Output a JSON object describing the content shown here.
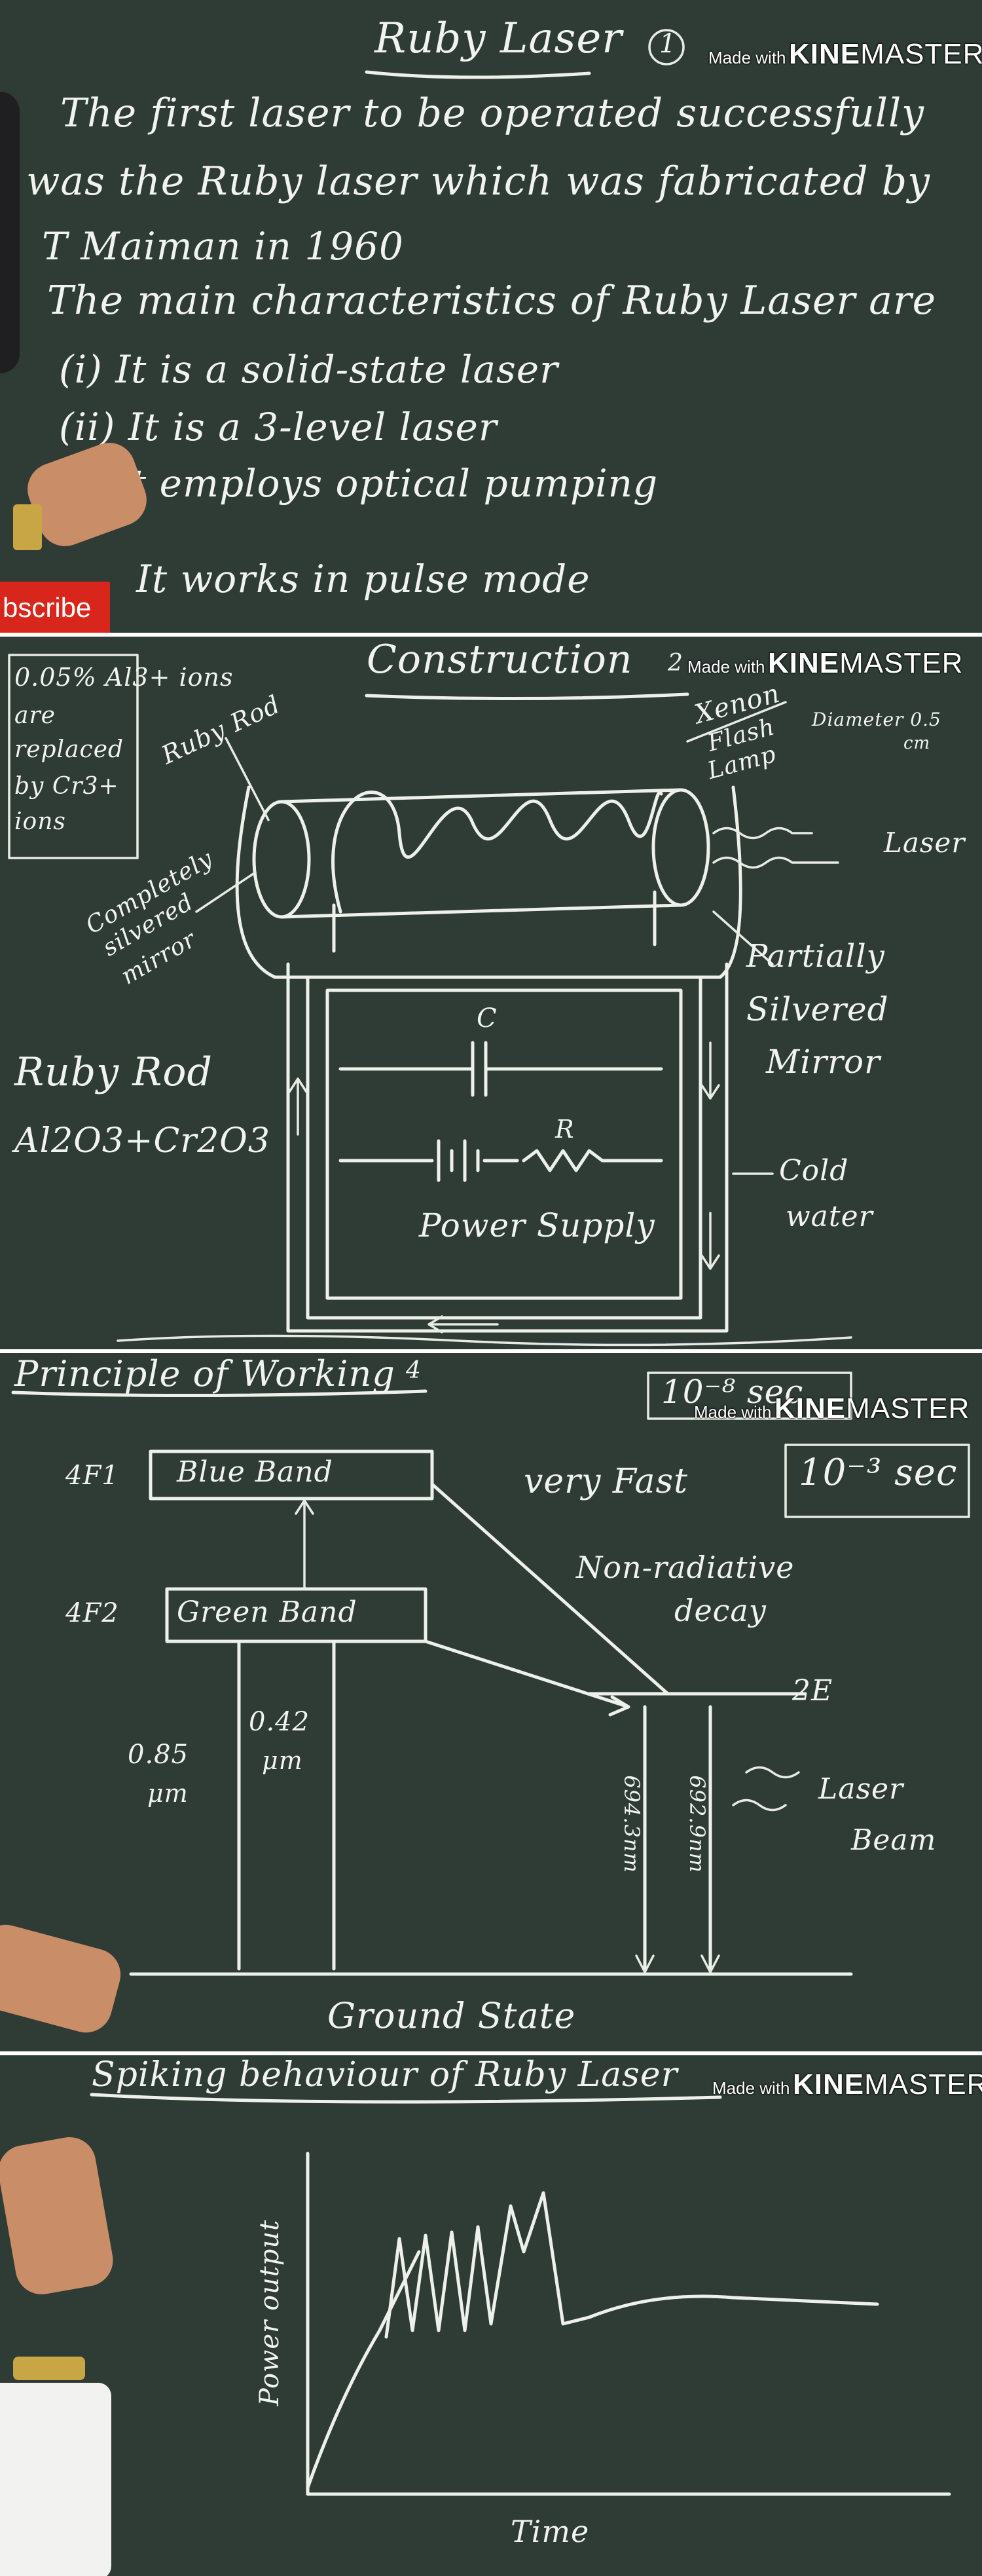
{
  "slide1": {
    "title": "Ruby Laser",
    "circle_num": "1",
    "lines": [
      "The first laser to be operated successfully",
      "was the Ruby laser which was fabricated by",
      "T Maiman in 1960",
      "The main characteristics of Ruby Laser are",
      "(i) It is a solid-state laser",
      "(ii) It is a 3-level laser",
      "It employs optical pumping",
      "It works in pulse mode"
    ],
    "subscribe_label": "bscribe"
  },
  "slide2": {
    "title": "Construction",
    "circle_num": "2",
    "box_text": [
      "0.05% Al3+ ions",
      "are",
      "replaced",
      "by Cr3+",
      "ions"
    ],
    "ruby_rod_label": "Ruby Rod",
    "completely_label": [
      "Completely",
      "silvered",
      "mirror"
    ],
    "ruby_rod_main": "Ruby Rod",
    "formula": "Al2O3+Cr2O3",
    "xenon": [
      "Xenon",
      "Flash",
      "Lamp"
    ],
    "diameter": [
      "Diameter 0.5",
      "cm"
    ],
    "laser": "Laser",
    "partially": [
      "Partially",
      "Silvered",
      "Mirror"
    ],
    "capacitor": "C",
    "resistor": "R",
    "power_supply": "Power Supply",
    "cold_water": [
      "Cold",
      "water"
    ]
  },
  "slide3": {
    "title": "Principle of Working",
    "circle_num": "4",
    "time1": "10⁻⁸ sec",
    "time2": "10⁻³ sec",
    "level1": "4F1",
    "level2": "4F2",
    "blue_band": "Blue Band",
    "green_band": "Green Band",
    "very_fast": "very Fast",
    "non_radiative": [
      "Non-radiative",
      "decay"
    ],
    "level_2e": "2E",
    "wl1": [
      "0.85",
      "μm"
    ],
    "wl2": [
      "0.42",
      "μm"
    ],
    "laser_line1": "694.3nm",
    "laser_line2": "692.9nm",
    "laser_beam": [
      "Laser",
      "Beam"
    ],
    "ground_state": "Ground State"
  },
  "slide4": {
    "title": "Spiking behaviour of Ruby Laser",
    "ylabel": "Power output",
    "xlabel": "Time"
  },
  "watermark": {
    "made_with": "Made with",
    "brand_bold": "KINE",
    "brand_rest": "MASTER"
  }
}
